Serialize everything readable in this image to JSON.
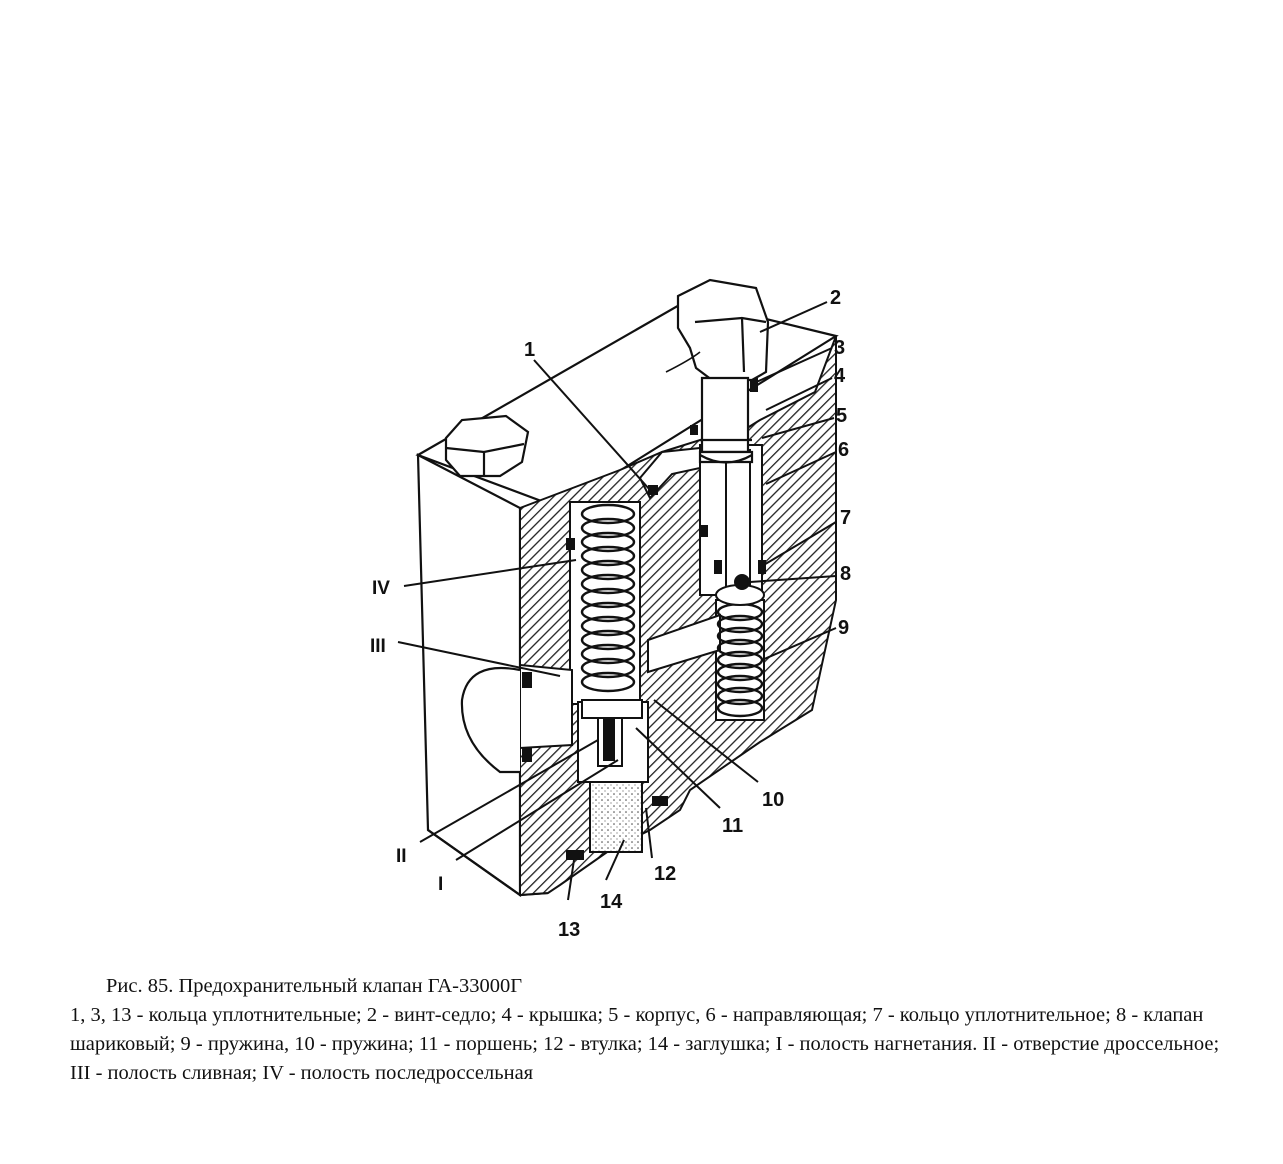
{
  "figure": {
    "labels": {
      "n1": "1",
      "n2": "2",
      "n3": "3",
      "n4": "4",
      "n5": "5",
      "n6": "6",
      "n7": "7",
      "n8": "8",
      "n9": "9",
      "n10": "10",
      "n11": "11",
      "n12": "12",
      "n13": "13",
      "n14": "14",
      "rI": "I",
      "rII": "II",
      "rIII": "III",
      "rIV": "IV"
    }
  },
  "caption": {
    "title": "Рис. 85. Предохранительный клапан ГА-33000Г",
    "legend": "1, 3, 13 - кольца уплотнительные; 2 - винт-седло; 4 - крышка; 5 - корпус, 6 - направляющая; 7 - кольцо уплотнительное; 8 - клапан шариковый; 9 - пружина, 10 - пружина; 11 - поршень; 12 - втулка; 14 - заглушка; I - полость нагнетания. II - отверстие дроссельное; III - полость сливная; IV - полость последроссельная"
  }
}
